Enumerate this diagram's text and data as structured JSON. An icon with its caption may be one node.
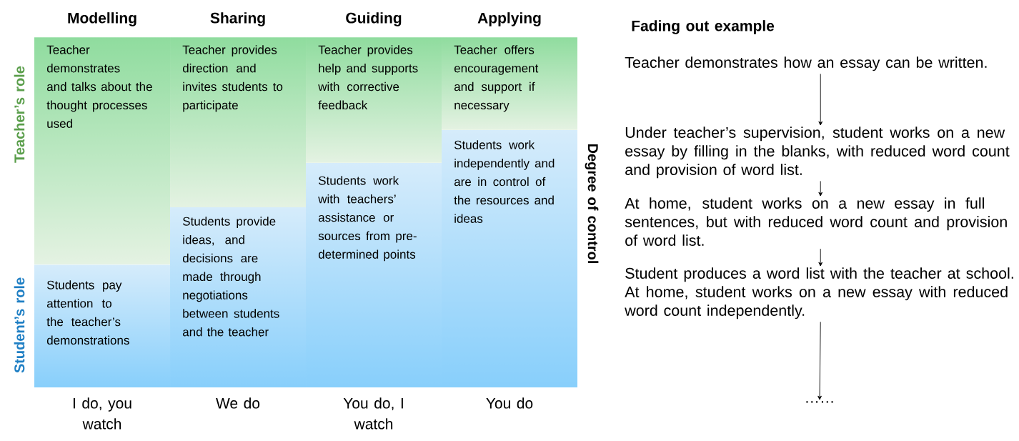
{
  "diagram": {
    "nodes": [
      {
        "text": [
          "Modelling",
          "Teacher demonstrates and talks about the thought processes used",
          "Students pay attention to the teacher’s demonstrations"
        ],
        "beside": [
          "I do, you watch"
        ]
      },
      {
        "text": [
          "Sharing",
          "Teacher provides direction and invites students to participate",
          "Students provide ideas, and decisions are made through negotiations between students and the teacher"
        ],
        "beside": [
          "We do"
        ]
      },
      {
        "text": [
          "Guiding",
          "Teacher provides help and supports with corrective feedback",
          "Students work with teachers’ assistance or sources from pre-determined points"
        ],
        "beside": [
          "You do, I watch"
        ]
      },
      {
        "text": [
          "Applying",
          "Teacher offers encouragement and support if necessary",
          "Students work independently and are in control of the resources and ideas"
        ],
        "beside": [
          "You do"
        ]
      },
      {
        "text": [
          "Teacher demonstrates how an essay can be written."
        ]
      },
      {
        "text": [
          "Under teacher’s supervision, student works on a new essay by filling in the blanks, with reduced word count and provision of word list."
        ]
      },
      {
        "text": [
          "At home, student works on a new essay in full sentences, but with reduced word count and provision of word list."
        ]
      },
      {
        "text": [
          "Student produces a word list with the teacher at school. At home, student works on a new essay with reduced word count independently."
        ]
      },
      {
        "text": [
          "……"
        ]
      }
    ],
    "edges": [
      {
        "from": 4,
        "to": 5,
        "arrow": "to"
      },
      {
        "from": 5,
        "to": 6,
        "arrow": "to"
      },
      {
        "from": 6,
        "to": 7,
        "arrow": "to"
      },
      {
        "from": 7,
        "to": 8,
        "arrow": "to"
      }
    ],
    "labels": [
      "Teacher’s role",
      "Student’s role",
      "Degree of control",
      "Fading out example"
    ]
  }
}
